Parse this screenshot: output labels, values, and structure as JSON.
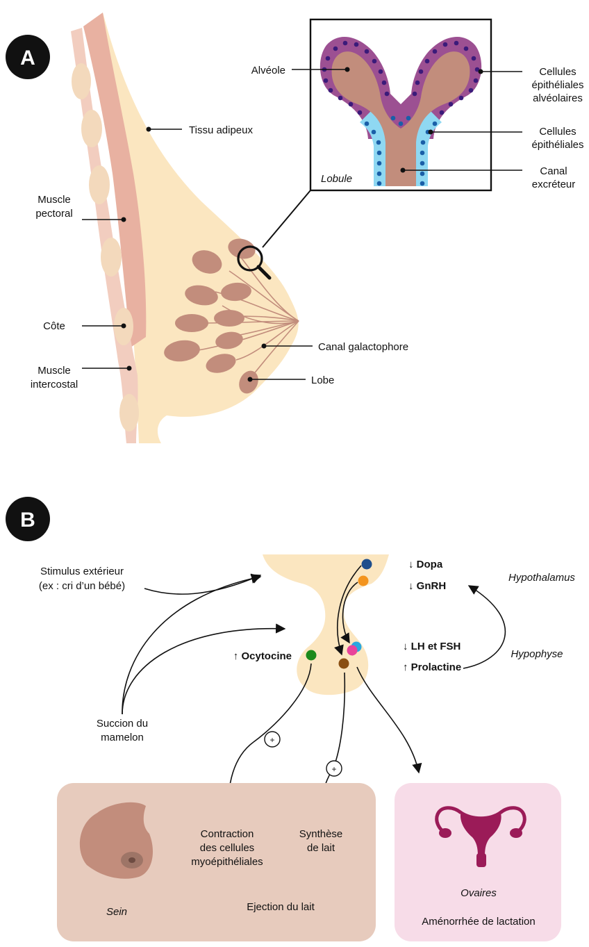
{
  "panel_a": {
    "badge": "A",
    "labels": {
      "tissu_adipeux": "Tissu adipeux",
      "muscle_pectoral_1": "Muscle",
      "muscle_pectoral_2": "pectoral",
      "cote": "Côte",
      "muscle_intercostal_1": "Muscle",
      "muscle_intercostal_2": "intercostal",
      "canal_galactophore": "Canal galactophore",
      "lobe": "Lobe"
    },
    "inset": {
      "title": "Lobule",
      "alveole": "Alvéole",
      "cellules_alveolaires_1": "Cellules",
      "cellules_alveolaires_2": "épithéliales",
      "cellules_alveolaires_3": "alvéolaires",
      "cellules_epitheliales_1": "Cellules",
      "cellules_epitheliales_2": "épithéliales",
      "canal_excreteur_1": "Canal",
      "canal_excreteur_2": "excréteur"
    }
  },
  "panel_b": {
    "badge": "B",
    "stimulus_1": "Stimulus extérieur",
    "stimulus_2": "(ex : cri d’un bébé)",
    "hypothalamus": "Hypothalamus",
    "hypophyse": "Hypophyse",
    "dopa": "↓ Dopa",
    "gnrh": "↓ GnRH",
    "lh_fsh": "↓ LH et FSH",
    "prolactine": "↑ Prolactine",
    "ocytocine": "↑ Ocytocine",
    "succion_1": "Succion du",
    "succion_2": "mamelon",
    "plus_1": "+",
    "plus_2": "+",
    "sein_box": {
      "contraction_1": "Contraction",
      "contraction_2": "des cellules",
      "contraction_3": "myoépithéliales",
      "synthese_1": "Synthèse",
      "synthese_2": "de lait",
      "ejection": "Ejection du lait",
      "sein": "Sein"
    },
    "ovaires_box": {
      "ovaires": "Ovaires",
      "amenorrhee": "Aménorrhée de lactation"
    }
  },
  "colors": {
    "skin": "#fbe6c0",
    "muscle": "#e8b1a1",
    "rib": "#f3d9bc",
    "lobe": "#c28d7c",
    "alveolar_cells": "#9c5092",
    "epithelial_cells": "#8fd8f2",
    "nucleus_dark": "#3b1b7a",
    "nucleus_blue": "#1a5fa8",
    "dopa_dot": "#1e4e8c",
    "gnrh_dot": "#f3941e",
    "ocytocine_dot": "#1c8a1c",
    "prolactine_dot": "#8a4f12",
    "lh_dot": "#e8439a",
    "fsh_dot": "#29a8e0",
    "sein_box": "#e7cbbd",
    "ovaires_box": "#f7dce8",
    "uterus": "#9b1b58"
  }
}
